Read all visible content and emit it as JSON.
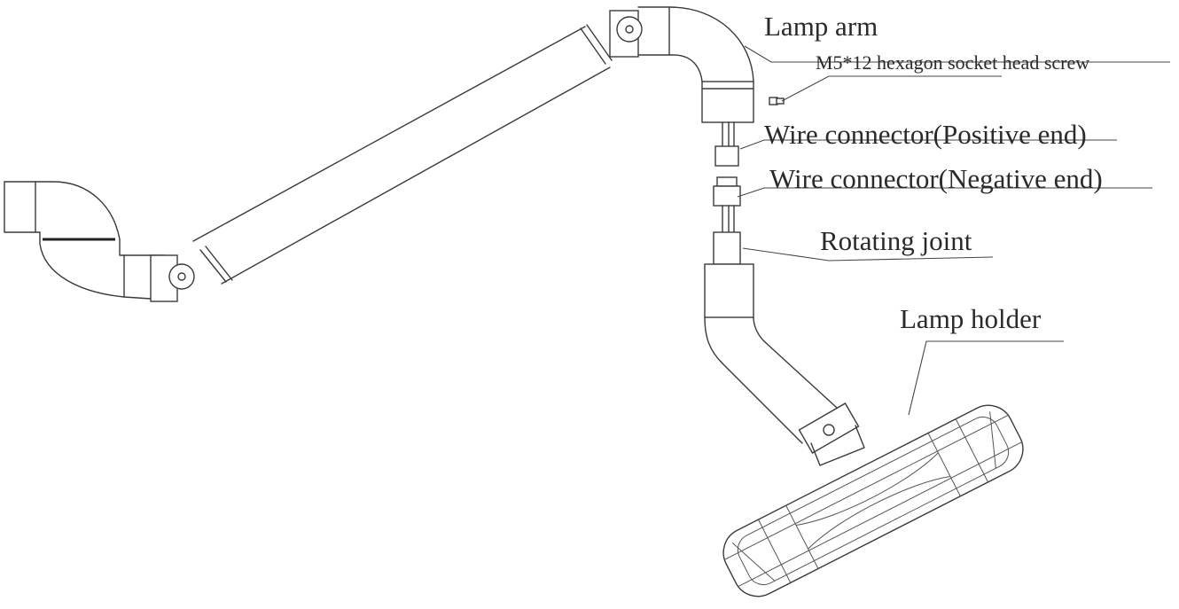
{
  "labels": {
    "lamp_arm": "Lamp arm",
    "screw": "M5*12 hexagon socket head screw",
    "wire_positive": "Wire connector(Positive end)",
    "wire_negative": "Wire connector(Negative end)",
    "rotating_joint": "Rotating joint",
    "lamp_holder": "Lamp holder"
  }
}
